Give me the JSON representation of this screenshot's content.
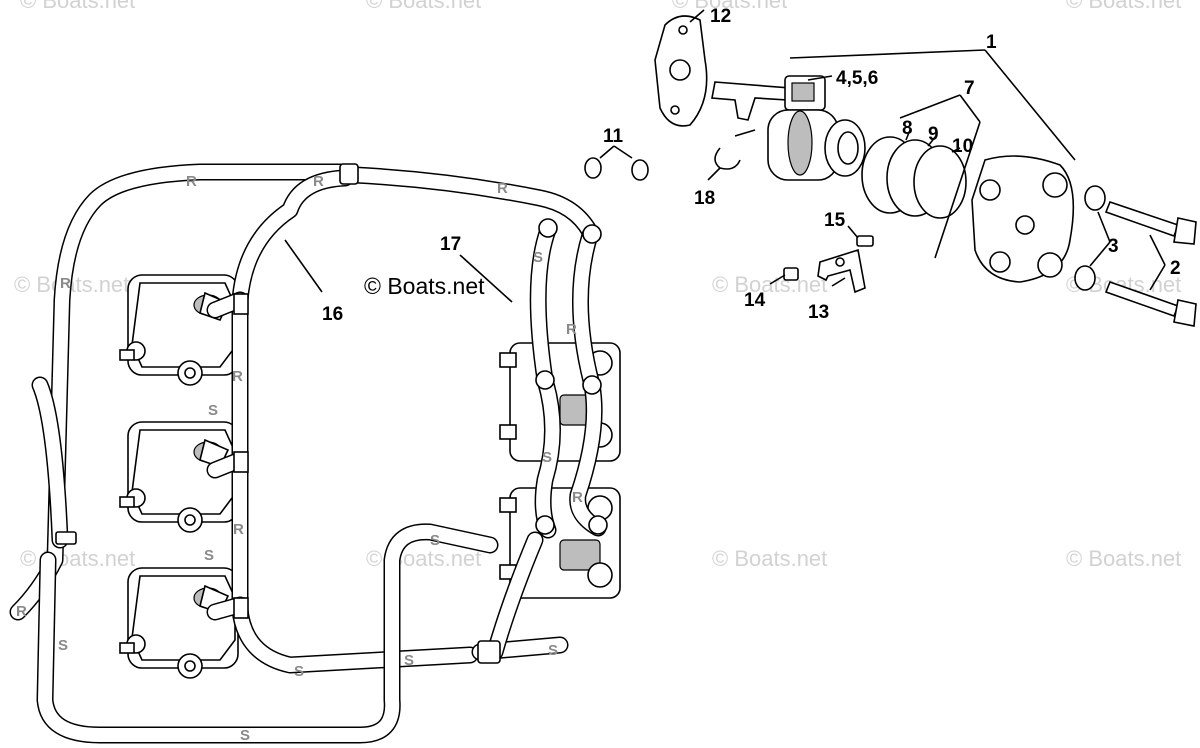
{
  "watermark": "© Boats.net",
  "copyright": "© Boats.net",
  "callouts": [
    "1",
    "2",
    "3",
    "4,5,6",
    "7",
    "8",
    "9",
    "10",
    "11",
    "12",
    "13",
    "14",
    "15",
    "16",
    "17",
    "18"
  ],
  "hose_codes": {
    "return": "R",
    "supply": "S"
  }
}
